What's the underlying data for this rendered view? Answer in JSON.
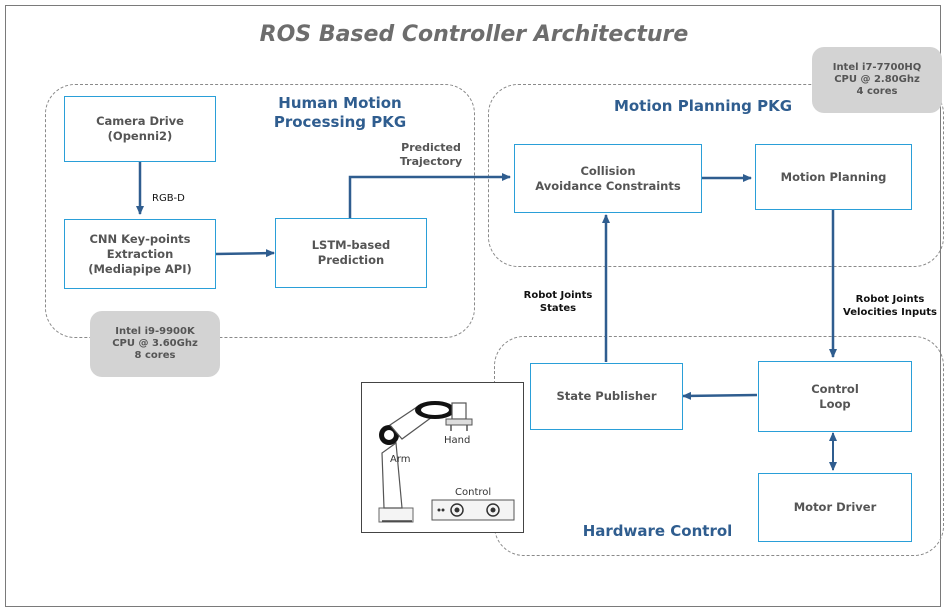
{
  "title": "ROS Based Controller Architecture",
  "packages": {
    "human": "Human Motion\nProcessing PKG",
    "planning": "Motion Planning PKG",
    "hardware": "Hardware Control"
  },
  "nodes": {
    "camera": "Camera Drive\n(Openni2)",
    "cnn": "CNN Key-points\nExtraction\n(Mediapipe API)",
    "lstm": "LSTM-based\nPrediction",
    "collision": "Collision\nAvoidance Constraints",
    "motion_planning": "Motion Planning",
    "state_publisher": "State Publisher",
    "control_loop": "Control\nLoop",
    "motor_driver": "Motor Driver"
  },
  "cpus": {
    "human": "Intel i9-9900K\nCPU @ 3.60Ghz\n8 cores",
    "planning": "Intel i7-7700HQ\nCPU @ 2.80Ghz\n4 cores"
  },
  "edge_labels": {
    "rgbd": "RGB-D",
    "predicted": "Predicted\nTrajectory",
    "joint_states": "Robot Joints\nStates",
    "velocities": "Robot Joints\nVelocities Inputs"
  },
  "robot_image": {
    "arm": "Arm",
    "hand": "Hand",
    "control": "Control"
  },
  "colors": {
    "arrow": "#2f5d8f",
    "node_border": "#2a9fd8",
    "package_label": "#2f5d8f"
  }
}
